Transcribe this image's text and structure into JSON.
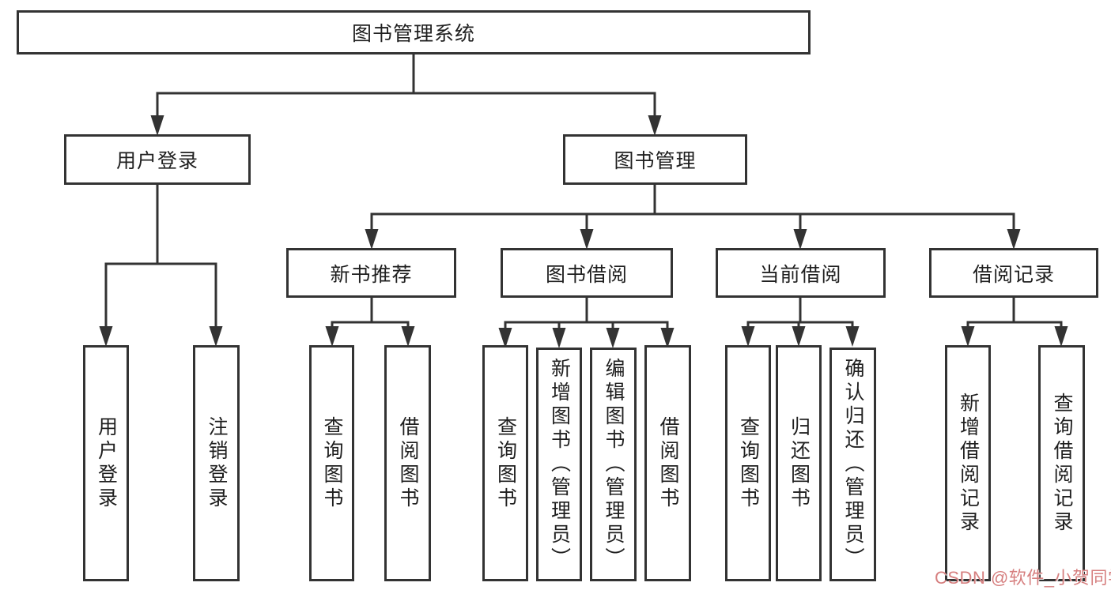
{
  "diagram": {
    "root": {
      "label": "图书管理系统"
    },
    "level2": [
      {
        "label": "用户登录"
      },
      {
        "label": "图书管理"
      }
    ],
    "level3": [
      {
        "label": "新书推荐"
      },
      {
        "label": "图书借阅"
      },
      {
        "label": "当前借阅"
      },
      {
        "label": "借阅记录"
      }
    ],
    "leaves": {
      "user_login": [
        "用户登录",
        "注销登录"
      ],
      "new_book": [
        "查询图书",
        "借阅图书"
      ],
      "book_borrow": [
        "查询图书",
        "新增图书（管理员）",
        "编辑图书（管理员）",
        "借阅图书"
      ],
      "current_borrow": [
        "查询图书",
        "归还图书",
        "确认归还（管理员）"
      ],
      "borrow_record": [
        "新增借阅记录",
        "查询借阅记录"
      ]
    },
    "line_color": "#333333"
  },
  "watermark": {
    "text": "CSDN @软件_小贺同学",
    "color": "#d67f7f"
  }
}
